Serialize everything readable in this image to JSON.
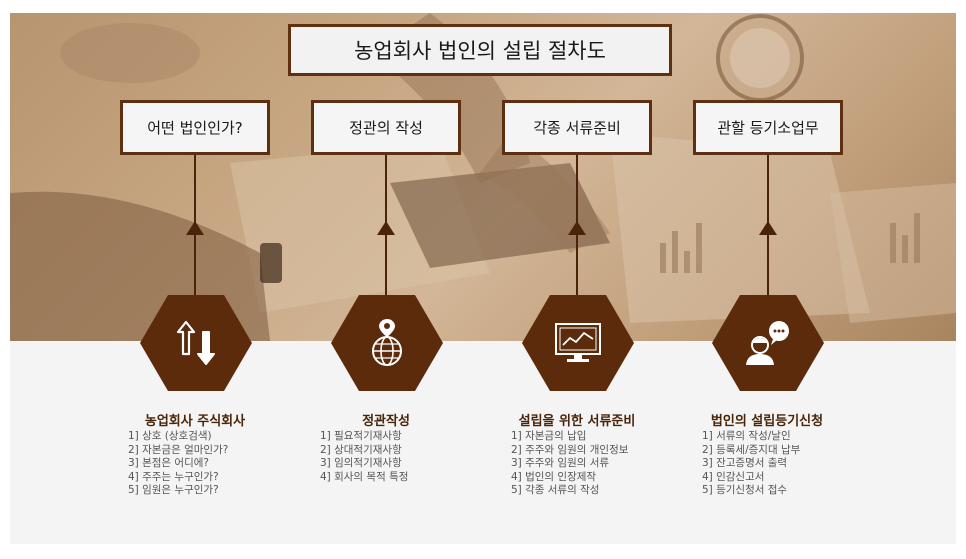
{
  "title": "농업회사 법인의 설립 절차도",
  "steps": [
    {
      "label": "어떤 법인인가?",
      "icon": "swap-arrows-icon",
      "section_title": "농업회사 주식회사",
      "items": [
        "1] 상호 (상호검색)",
        "2] 자본금은 얼마인가?",
        "3] 본점은 어디에?",
        "4] 주주는 누구인가?",
        "5] 임원은 누구인가?"
      ]
    },
    {
      "label": "정관의 작성",
      "icon": "globe-pin-icon",
      "section_title": "정관작성",
      "items": [
        "1] 필요적기재사항",
        "2] 상대적기재사항",
        "3] 임의적기재사항",
        "4] 회사의 목적 특정"
      ]
    },
    {
      "label": "각종 서류준비",
      "icon": "monitor-chart-icon",
      "section_title": "설립을 위한 서류준비",
      "items": [
        "1] 자본금의 납입",
        "2] 주주와 임원의 개인정보",
        "3] 주주와 임원의 서류",
        "4] 법인의 인장제작",
        "5] 각종 서류의 작성"
      ]
    },
    {
      "label": "관할 등기소업무",
      "icon": "person-chat-icon",
      "section_title": "법인의 설립등기신청",
      "items": [
        "1] 서류의 작성/날인",
        "2] 등록세/증지대 납부",
        "3] 잔고증명서 출력",
        "4] 인감신고서",
        "5] 등기신청서 접수"
      ]
    }
  ],
  "colors": {
    "accent": "#5b2b0b",
    "photo_tone": "#c8a884",
    "panel": "#f4f4f4"
  }
}
